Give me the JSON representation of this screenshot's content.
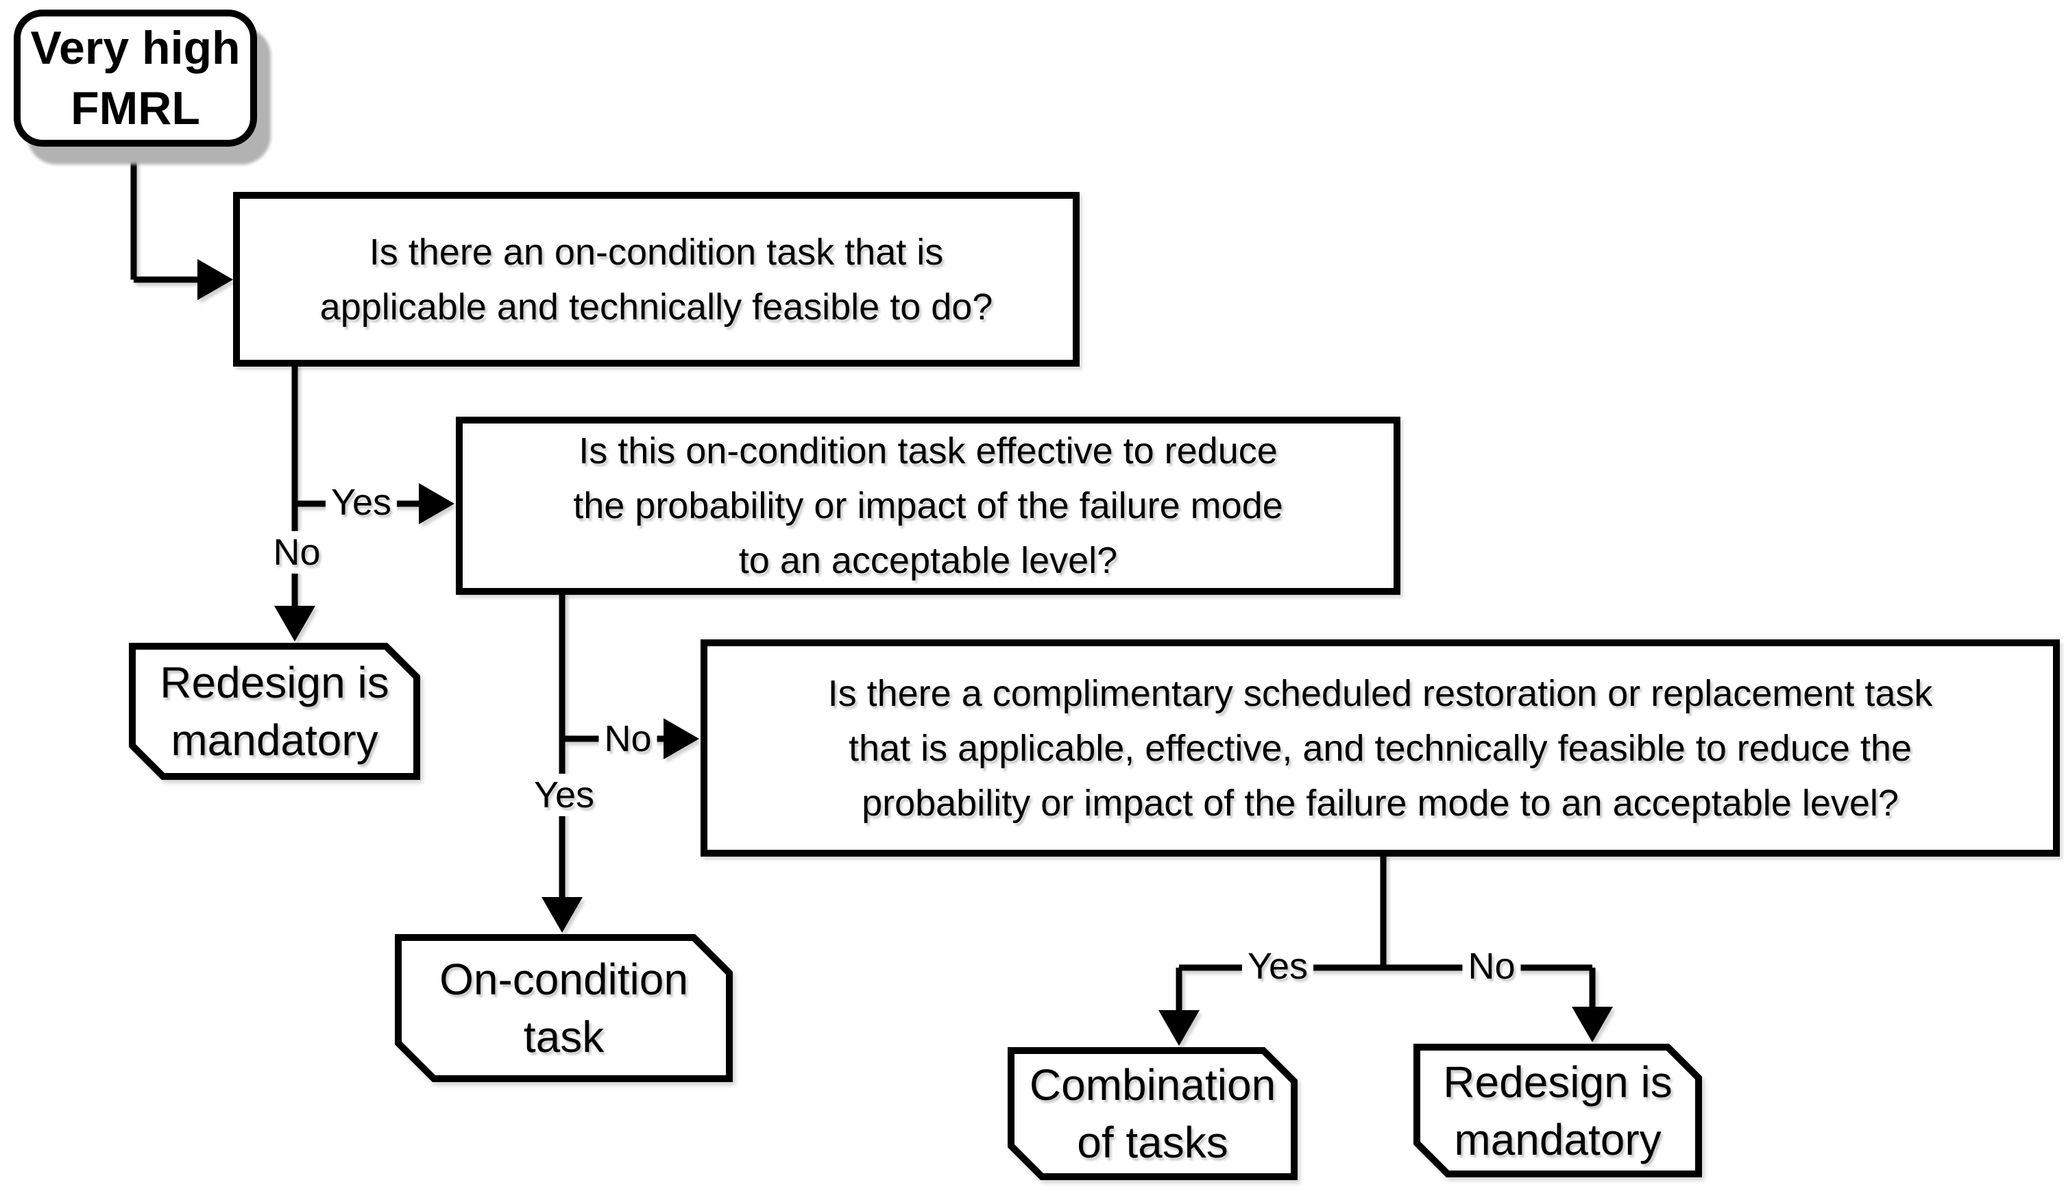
{
  "diagram": {
    "kind": "flowchart",
    "colors": {
      "line": "#000000",
      "node_border": "#000000",
      "node_fill": "#ffffff",
      "start_shadow": "#b2b2b2",
      "text": "#000000"
    },
    "nodes": {
      "start": {
        "lines": [
          "Very high",
          "FMRL"
        ]
      },
      "q1": {
        "lines": [
          "Is there an on-condition task that is",
          "applicable and technically feasible to do?"
        ]
      },
      "q2": {
        "lines": [
          "Is this on-condition task effective to reduce",
          "the probability or impact of the failure mode",
          "to an acceptable level?"
        ]
      },
      "q3": {
        "lines": [
          "Is there a complimentary scheduled restoration or replacement task",
          "that is applicable, effective, and technically feasible to reduce the",
          "probability or impact of the failure mode to an acceptable level?"
        ]
      },
      "redesign_left": {
        "lines": [
          "Redesign is",
          "mandatory"
        ]
      },
      "on_condition_task": {
        "lines": [
          "On-condition",
          "task"
        ]
      },
      "combination_of_tasks": {
        "lines": [
          "Combination",
          "of tasks"
        ]
      },
      "redesign_right": {
        "lines": [
          "Redesign is",
          "mandatory"
        ]
      }
    },
    "edges": {
      "q1_yes": "Yes",
      "q1_no": "No",
      "q2_no": "No",
      "q2_yes": "Yes",
      "q3_yes": "Yes",
      "q3_no": "No"
    }
  }
}
